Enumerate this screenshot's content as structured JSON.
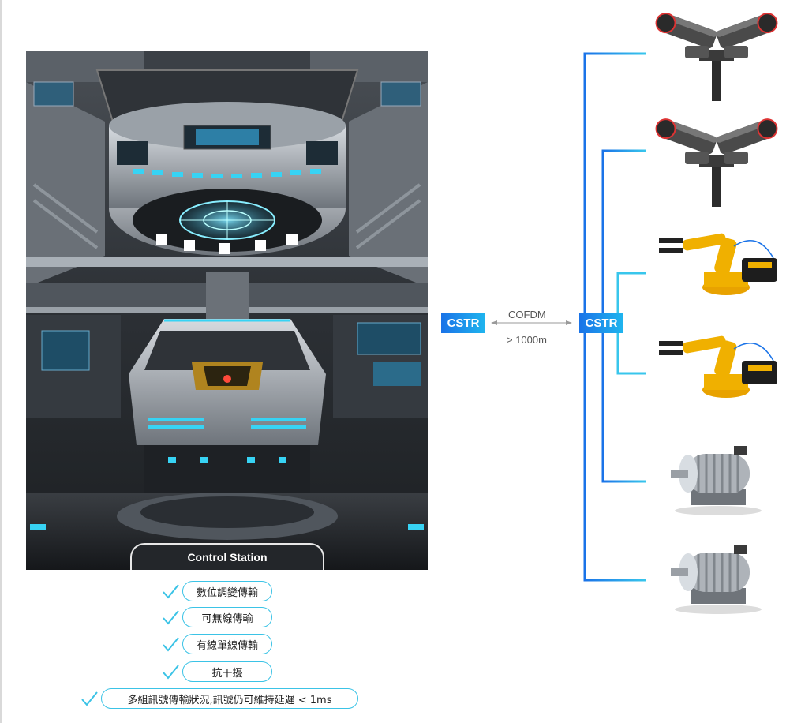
{
  "station": {
    "label": "Control Station"
  },
  "features": [
    {
      "text": "數位調變傳輸"
    },
    {
      "text": "可無線傳輸"
    },
    {
      "text": "有線單線傳輸"
    },
    {
      "text": "抗干擾"
    },
    {
      "text": "多組訊號傳輸狀況,訊號仍可維持延遲 < 1ms"
    }
  ],
  "link": {
    "left_node": "CSTR",
    "right_node": "CSTR",
    "protocol": "COFDM",
    "distance": "> 1000m"
  },
  "colors": {
    "accent_blue": "#1a73e8",
    "accent_cyan": "#38c6ec",
    "check_color": "#3bc3e6"
  },
  "devices": [
    {
      "type": "cctv-camera"
    },
    {
      "type": "cctv-camera"
    },
    {
      "type": "robot-arm"
    },
    {
      "type": "robot-arm"
    },
    {
      "type": "electric-motor"
    },
    {
      "type": "electric-motor"
    }
  ]
}
